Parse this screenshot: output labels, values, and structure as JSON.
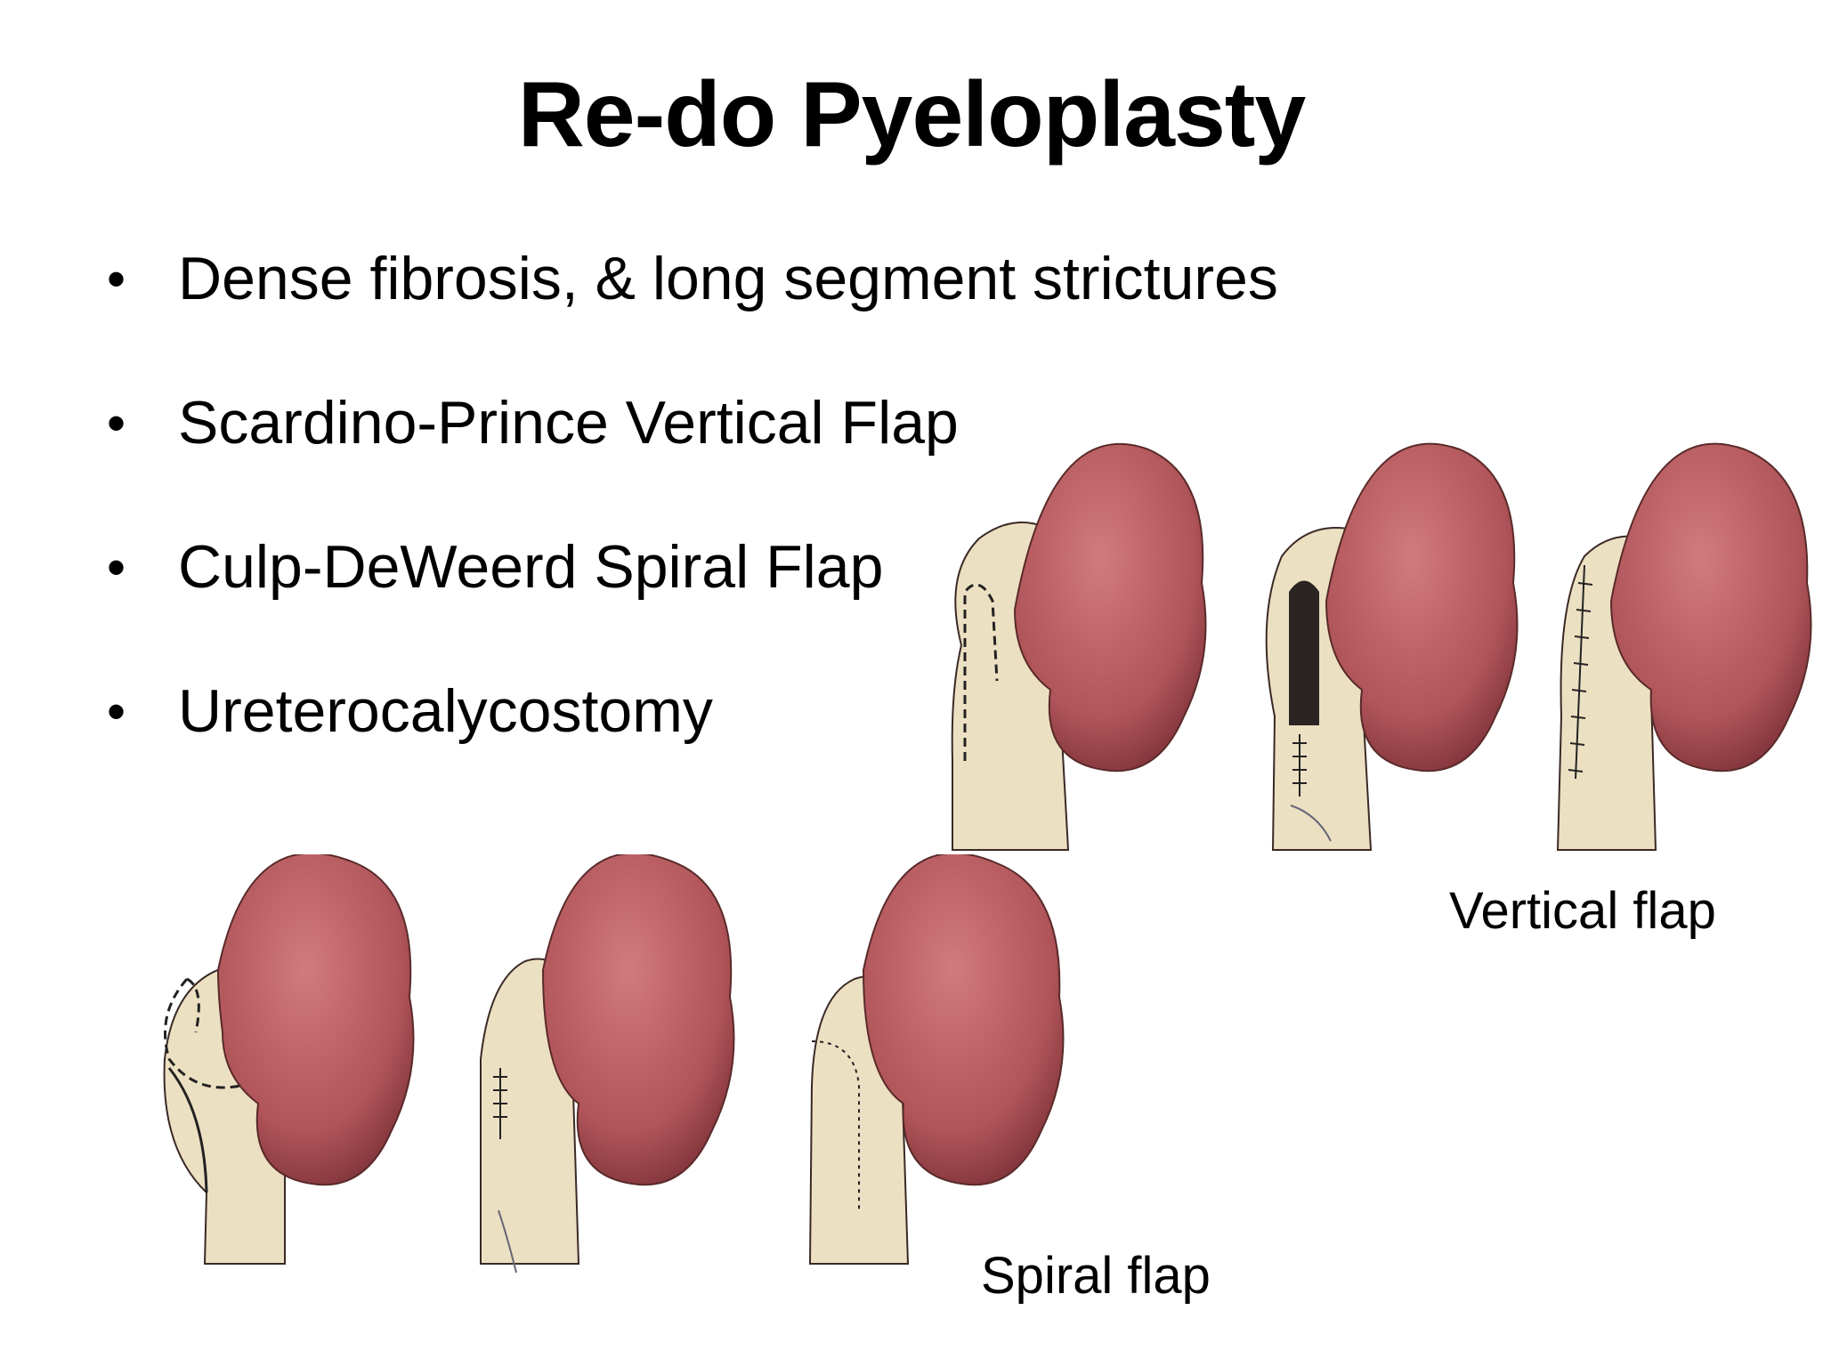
{
  "slide": {
    "title": "Re-do Pyeloplasty",
    "bullets": [
      "Dense fibrosis, & long segment strictures",
      "Scardino-Prince Vertical Flap",
      "Culp-DeWeerd Spiral Flap",
      "Ureterocalycostomy"
    ],
    "captions": {
      "vertical": "Vertical flap",
      "spiral": "Spiral flap"
    }
  },
  "colors": {
    "kidney": "#b85a5e",
    "kidney_dark": "#8e3d43",
    "pelvis": "#ece0c2",
    "outline": "#3a2a26"
  }
}
